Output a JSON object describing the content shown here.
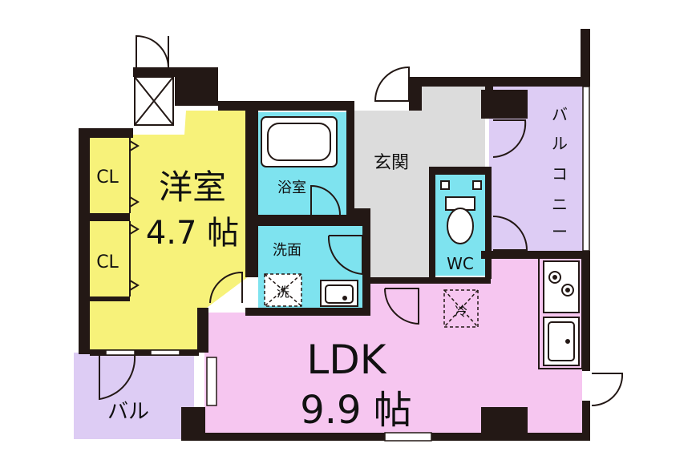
{
  "rooms": {
    "western": {
      "name": "洋室",
      "size": "4.7 帖",
      "color": "#f7f27a"
    },
    "ldk": {
      "name": "LDK",
      "size": "9.9 帖",
      "color": "#f6c6f0"
    },
    "entrance": {
      "name": "玄関",
      "color": "#dcdcdc"
    },
    "bath": {
      "name": "浴室",
      "color": "#7ee3ef"
    },
    "washroom": {
      "name": "洗面",
      "color": "#7ee3ef"
    },
    "wc": {
      "name": "WC",
      "color": "#7ee3ef"
    },
    "balcony_right": {
      "name": "バルコニー",
      "chars": [
        "バ",
        "ル",
        "コ",
        "ニ",
        "ー"
      ],
      "color": "#ddccf4"
    },
    "balcony_left": {
      "name": "バル",
      "color": "#ddccf4"
    },
    "closet_top": {
      "name": "CL"
    },
    "closet_bottom": {
      "name": "CL"
    }
  },
  "fixtures": {
    "washer_mark": "洗",
    "fridge_mark": "冷"
  },
  "icons": [
    "door-swing-icon",
    "bathtub-icon",
    "toilet-icon",
    "sink-icon",
    "stove-icon",
    "washer-space-icon",
    "fridge-space-icon",
    "pipe-shaft-icon"
  ],
  "colors": {
    "wall": "#231815",
    "outline": "#231815"
  }
}
